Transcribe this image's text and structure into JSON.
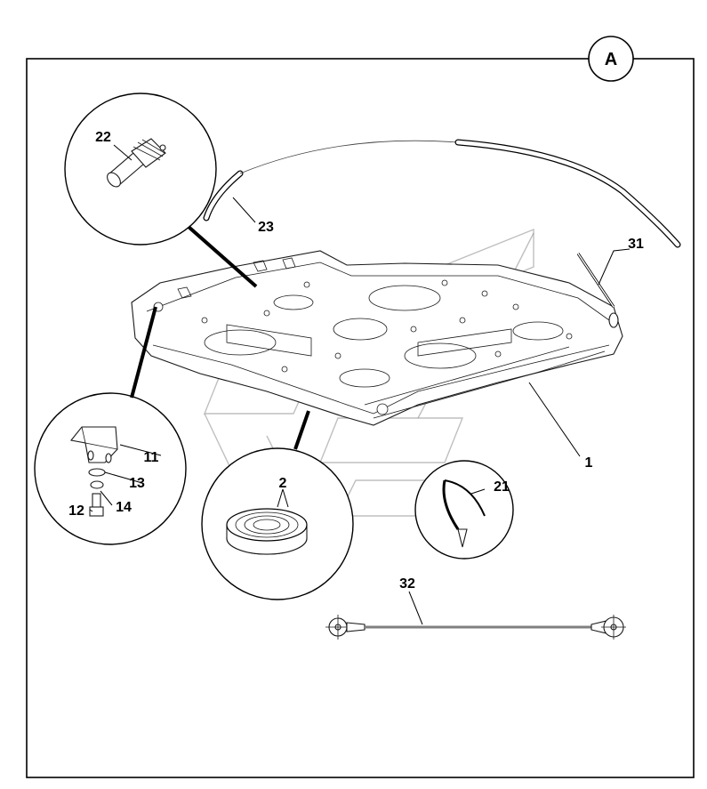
{
  "frame": {
    "view_letter": "A"
  },
  "callouts": {
    "c1": "1",
    "c2": "2",
    "c11": "11",
    "c12": "12",
    "c13": "13",
    "c14": "14",
    "c21": "21",
    "c22": "22",
    "c23": "23",
    "c31": "31",
    "c32": "32"
  }
}
